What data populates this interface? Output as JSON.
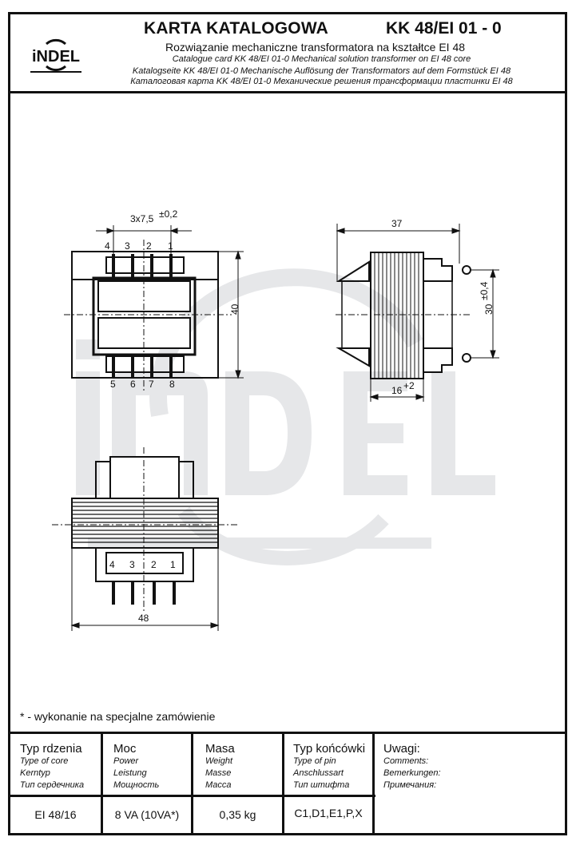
{
  "header": {
    "logo_text": "iNDEL",
    "title": "KARTA  KATALOGOWA",
    "code": "KK 48/EI 01 - 0",
    "subtitle_pl": "Rozwiązanie mechaniczne transformatora na kształtce EI 48",
    "subtitle_en": "Catalogue card KK 48/EI 01-0   Mechanical solution transformer on EI 48 core",
    "subtitle_de": "Katalogseite KK 48/EI 01-0   Mechanische Auflösung der Transformators auf dem Formstück EI 48",
    "subtitle_ru": "Каталоговая карта KK 48/EI 01-0   Механические решения трансформации пластинки EI 48"
  },
  "drawing": {
    "watermark": "iNDEL",
    "top_view": {
      "pitch_label": "3x7,5",
      "pitch_tolerance": "±0,2",
      "pins_top": [
        "4",
        "3",
        "2",
        "1"
      ],
      "pins_bottom": [
        "5",
        "6",
        "7",
        "8"
      ],
      "height_dim": "40"
    },
    "side_view": {
      "width_dim": "37",
      "stack_dim": "16",
      "stack_tolerance": "+2",
      "mount_dim": "30",
      "mount_tolerance": "±0,4"
    },
    "front_view": {
      "pins": [
        "4",
        "3",
        "2",
        "1"
      ],
      "width_dim": "48"
    }
  },
  "footnote": "* - wykonanie na specjalne zamówienie",
  "table": {
    "columns": [
      {
        "title": "Typ rdzenia",
        "en": "Type of core",
        "de": "Kerntyp",
        "ru": "Тип сердечника",
        "value": "EI 48/16"
      },
      {
        "title": "Moc",
        "en": "Power",
        "de": "Leistung",
        "ru": "Мощность",
        "value": "8 VA  (10VA*)"
      },
      {
        "title": "Masa",
        "en": "Weight",
        "de": "Masse",
        "ru": "Масса",
        "value": "0,35 kg"
      },
      {
        "title": "Typ końcówki",
        "en": "Type of pin",
        "de": "Anschlussart",
        "ru": "Тип штифта",
        "value": "C1,D1,E1,P,X"
      },
      {
        "title": "Uwagi:",
        "en": "Comments:",
        "de": "Bemerkungen:",
        "ru": "Примечания:",
        "value": ""
      }
    ]
  }
}
